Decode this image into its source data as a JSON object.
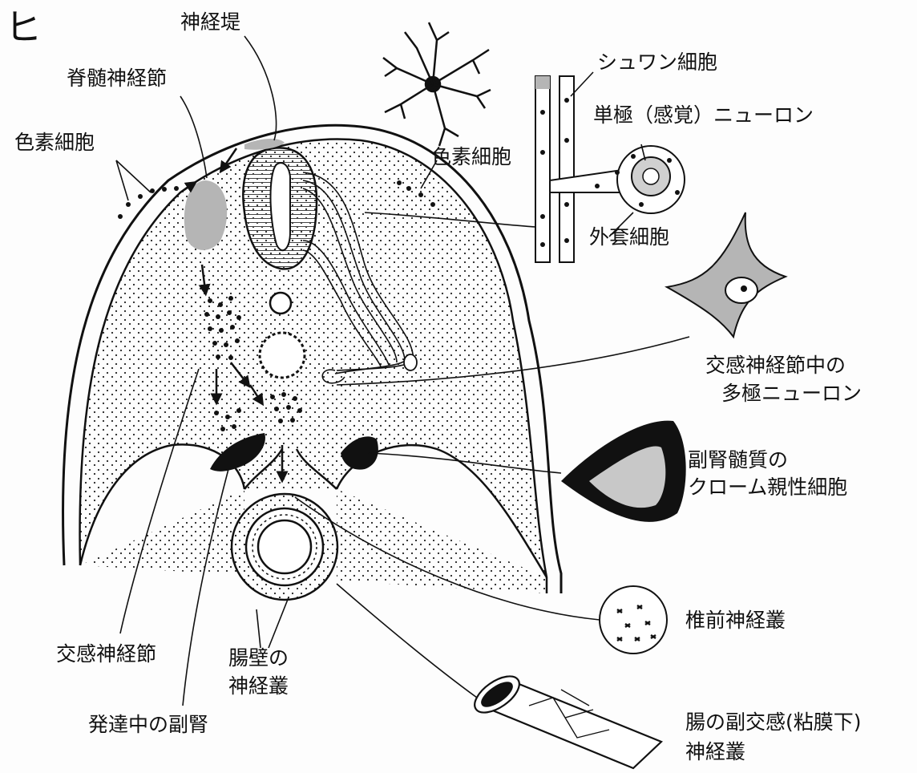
{
  "corner_mark": "ヒ",
  "labels": {
    "neural_crest": "神経堤",
    "spinal_ganglion": "脊髄神経節",
    "pigment_cell_left": "色素細胞",
    "pigment_cell_right": "色素細胞",
    "schwann_cell": "シュワン細胞",
    "unipolar_neuron": "単極（感覚）ニューロン",
    "satellite_cell": "外套細胞",
    "multipolar_line1": "交感神経節中の",
    "multipolar_line2": "多極ニューロン",
    "chromaffin_line1": "副腎髄質の",
    "chromaffin_line2": "クローム親性細胞",
    "prevertebral_plexus": "椎前神経叢",
    "sympathetic_ganglion": "交感神経節",
    "gut_plexus_line1": "腸壁の",
    "gut_plexus_line2": "神経叢",
    "developing_adrenal": "発達中の副腎",
    "submucosal_line1": "腸の副交感(粘膜下)",
    "submucosal_line2": "神経叢"
  },
  "colors": {
    "ink": "#111111",
    "gray": "#b5b5b5",
    "light_gray": "#d0d0d0"
  }
}
